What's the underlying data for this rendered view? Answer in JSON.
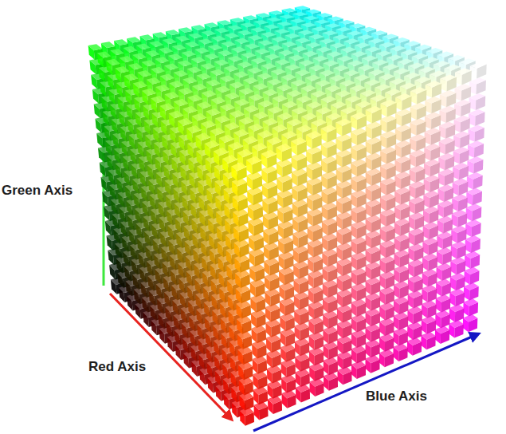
{
  "diagram": {
    "labels": [
      "Green Axis",
      "Red Axis",
      "Blue Axis"
    ]
  }
}
